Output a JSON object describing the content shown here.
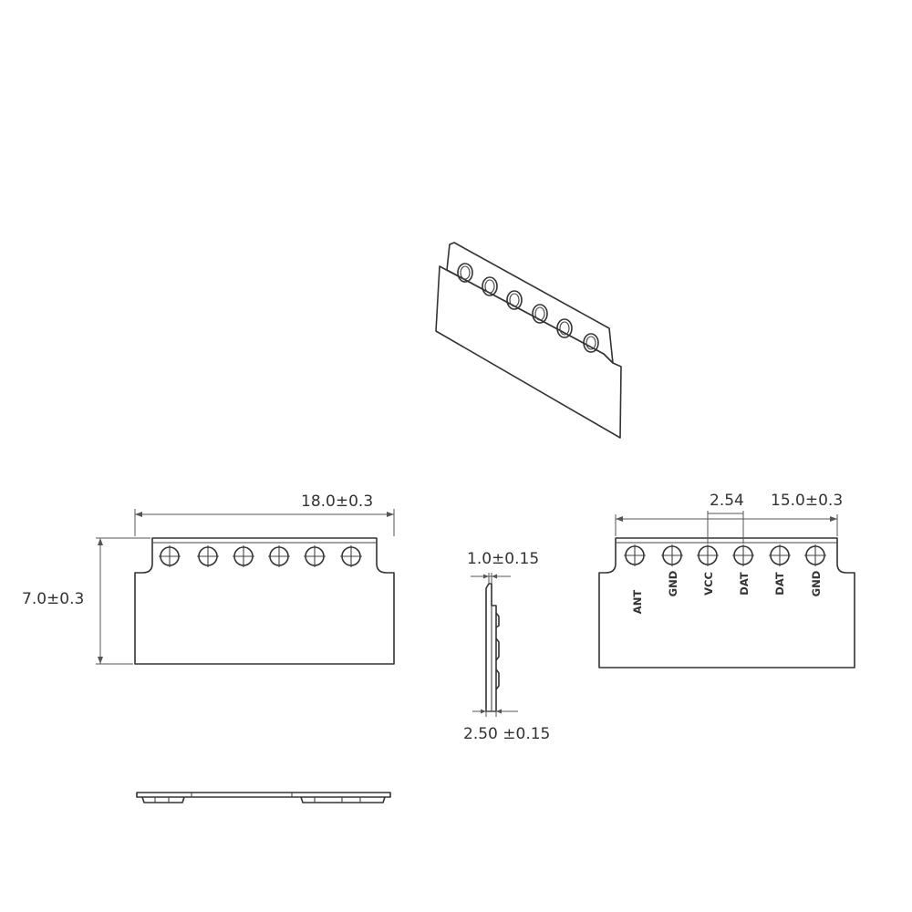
{
  "dimensions": {
    "length": "18.0±0.3",
    "height": "7.0±0.3",
    "thickness": "1.0±0.15",
    "depth": "2.50 ±0.15",
    "pitch": "2.54",
    "pin_span": "15.0±0.3"
  },
  "pin_labels": [
    "ANT",
    "GND",
    "VCC",
    "DAT",
    "DAT",
    "GND"
  ]
}
